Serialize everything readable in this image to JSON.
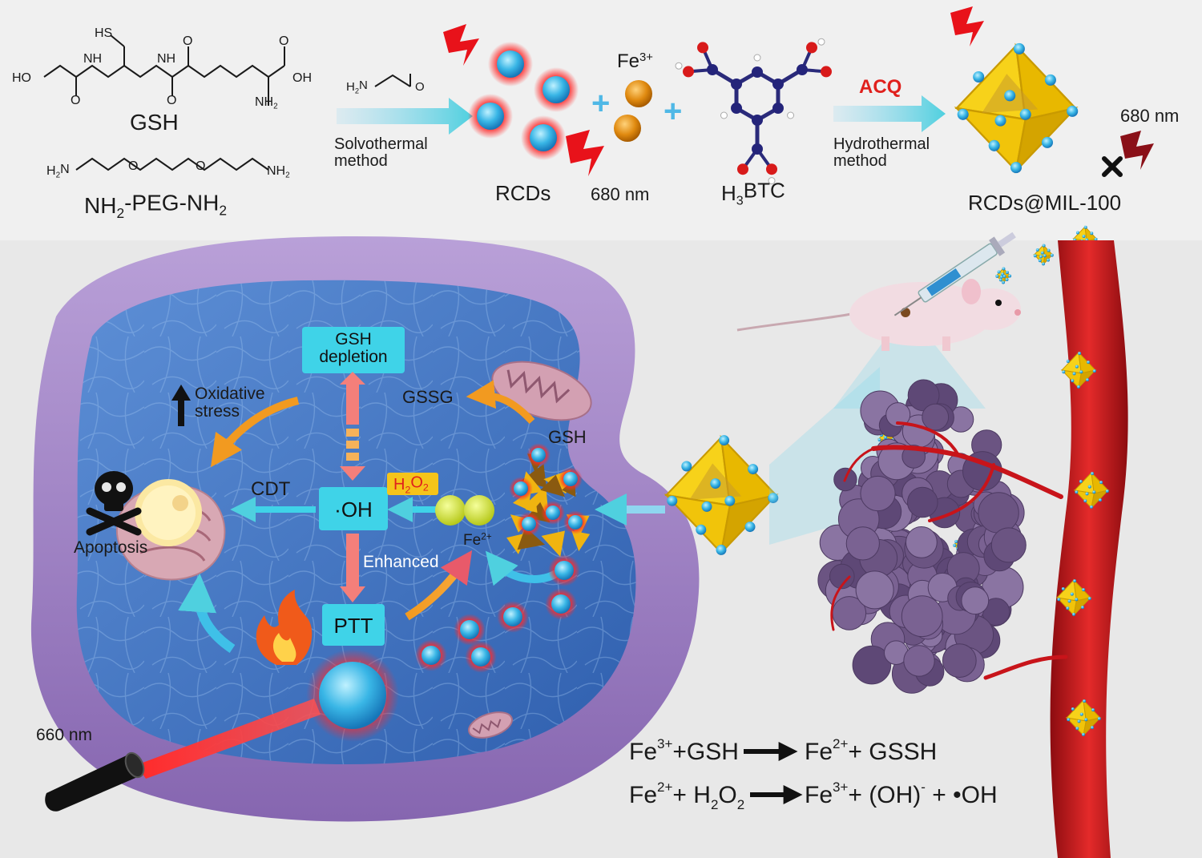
{
  "synthesis": {
    "gsh_label": "GSH",
    "gsh_atoms": {
      "hs": "HS",
      "ho": "HO",
      "nh_1": "NH",
      "nh_2": "NH",
      "oh": "OH",
      "nh2": "NH2",
      "o_1": "O",
      "o_2": "O",
      "o_3": "O",
      "o_4": "O"
    },
    "peg_label": "NH2-PEG-NH2",
    "peg_atoms": {
      "left": "H2N",
      "right": "NH2",
      "o_1": "O",
      "o_2": "O"
    },
    "formamide_atoms": {
      "h2n": "H2N",
      "o": "O"
    },
    "step1_label": "Solvothermal\nmethod",
    "rcds_label": "RCDs",
    "rcds_emission": "680 nm",
    "fe3_label": "Fe3+",
    "h3btc_label": "H3BTC",
    "acq_label": "ACQ",
    "step2_label": "Hydrothermal\nmethod",
    "product_label": "RCDs@MIL-100",
    "product_emission": "680 nm"
  },
  "cell": {
    "gsh_depletion": "GSH\ndepletion",
    "oxidative_stress": "Oxidative\nstress",
    "gssg": "GSSG",
    "gsh": "GSH",
    "cdt": "CDT",
    "oh_radical": "·OH",
    "h2o2": "H2O2",
    "fe2": "Fe2+",
    "enhanced": "Enhanced",
    "apoptosis": "Apoptosis",
    "ptt": "PTT",
    "laser": "660 nm"
  },
  "equations": {
    "eq1": {
      "a": "Fe",
      "a_sup": "3+",
      "b": "+GSH",
      "c": "Fe",
      "c_sup": "2+",
      "d": "+ GSSH"
    },
    "eq2": {
      "a": "Fe",
      "a_sup": "2+",
      "b": "+ H",
      "b_sub": "2",
      "b2": "O",
      "b2_sub": "2",
      "c": "Fe",
      "c_sup": "3+",
      "d": "+ (OH)",
      "d_sup": "-",
      "e": " + •OH"
    }
  },
  "colors": {
    "arrow_cyan": "#5fd0e0",
    "red_glow": "#e0201c",
    "cell_membrane": "#9a7ac0",
    "cell_interior": "#3d6fc0",
    "label_box": "#3fd3e8",
    "mof_yellow": "#f2c400",
    "vessel_red": "#c8141a",
    "tumor_purple": "#6b5482",
    "acq_red": "#e0201c"
  }
}
